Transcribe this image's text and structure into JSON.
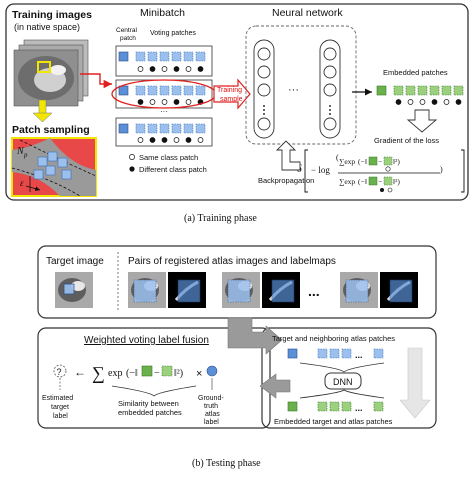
{
  "training": {
    "images_title_line1": "Training images",
    "images_title_line2": "(in native space)",
    "patch_sampling": "Patch sampling",
    "np_label": "N",
    "np_sub": "p",
    "eps_label": "ε",
    "minibatch_title": "Minibatch",
    "central_label_line1": "Central",
    "central_label_line2": "patch",
    "voting_label": "Voting patches",
    "legend_same": "Same class patch",
    "legend_diff": "Different class patch",
    "nn_title": "Neural network",
    "training_sample_line1": "Training",
    "training_sample_line2": "sample",
    "dots": "···",
    "embedded_patches": "Embedded patches",
    "gradient_label": "Gradient of the loss",
    "backprop": "Backpropagation",
    "delta": "δ",
    "caption": "(a)  Training phase"
  },
  "testing": {
    "target_image": "Target image",
    "pairs_title": "Pairs of registered atlas images and labelmaps",
    "ellipsis": "...",
    "wvlf_title": "Weighted voting label fusion",
    "neighbor_patches": "Target and neighboring atlas patches",
    "dnn": "DNN",
    "embedded_target_atlas": "Embedded target and atlas patches",
    "qmark": "?",
    "estimated_line1": "Estimated",
    "estimated_line2": "target",
    "estimated_line3": "label",
    "similarity_line1": "Similarity between",
    "similarity_line2": "embedded patches",
    "gt_line1": "Ground-",
    "gt_line2": "truth",
    "gt_line3": "atlas",
    "gt_line4": "label",
    "arrow_left": "←",
    "times": "×",
    "caption": "(b)  Testing phase"
  },
  "colors": {
    "patch_blue": "#5b8fd6",
    "patch_green": "#6ab04c",
    "accent_red": "#e02020",
    "highlight_yellow": "#f2e600",
    "dark_gray": "#444444"
  }
}
